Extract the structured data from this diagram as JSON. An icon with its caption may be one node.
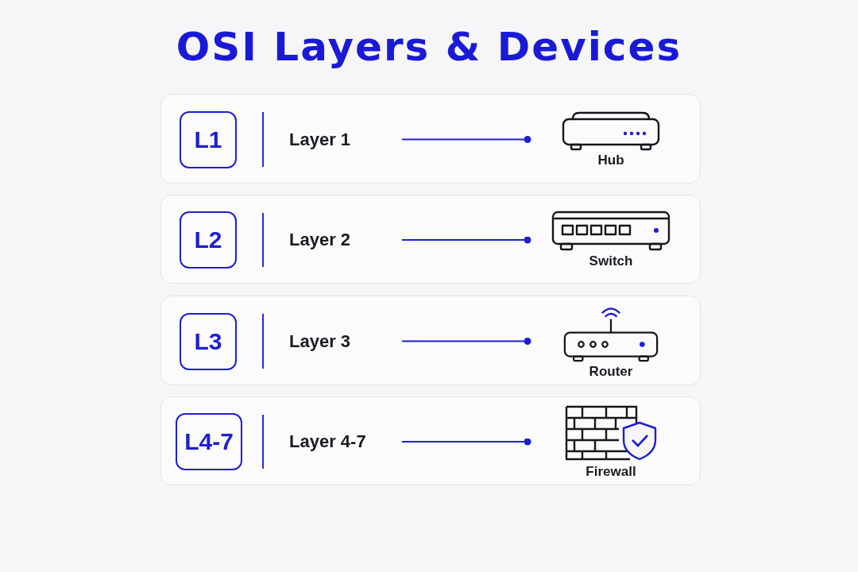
{
  "diagram": {
    "title": "OSI Layers & Devices",
    "nodes": [
      {
        "text": [],
        "shape": "box"
      },
      {
        "text": [
          "L1"
        ],
        "in": 0
      },
      {
        "text": [
          "Layer 1"
        ],
        "in": 0
      },
      {
        "text": [
          "Hub"
        ],
        "in": 0
      },
      {
        "text": [],
        "shape": "box"
      },
      {
        "text": [
          "L2"
        ],
        "in": 4
      },
      {
        "text": [
          "Layer 2"
        ],
        "in": 4
      },
      {
        "text": [
          "Switch"
        ],
        "in": 4
      },
      {
        "text": [],
        "shape": "box"
      },
      {
        "text": [
          "L3"
        ],
        "in": 8
      },
      {
        "text": [
          "Layer 3"
        ],
        "in": 8
      },
      {
        "text": [
          "Router"
        ],
        "in": 8
      },
      {
        "text": [],
        "shape": "box"
      },
      {
        "text": [
          "L4-7"
        ],
        "in": 12
      },
      {
        "text": [
          "Layer 4-7"
        ],
        "in": 12
      },
      {
        "text": [
          "Firewall"
        ],
        "in": 12
      }
    ],
    "edges": [
      {
        "from": 2,
        "to": 3,
        "arrow": "other"
      },
      {
        "from": 6,
        "to": 7,
        "arrow": "other"
      },
      {
        "from": 10,
        "to": 11,
        "arrow": "other"
      },
      {
        "from": 14,
        "to": 15,
        "arrow": "other"
      }
    ]
  }
}
